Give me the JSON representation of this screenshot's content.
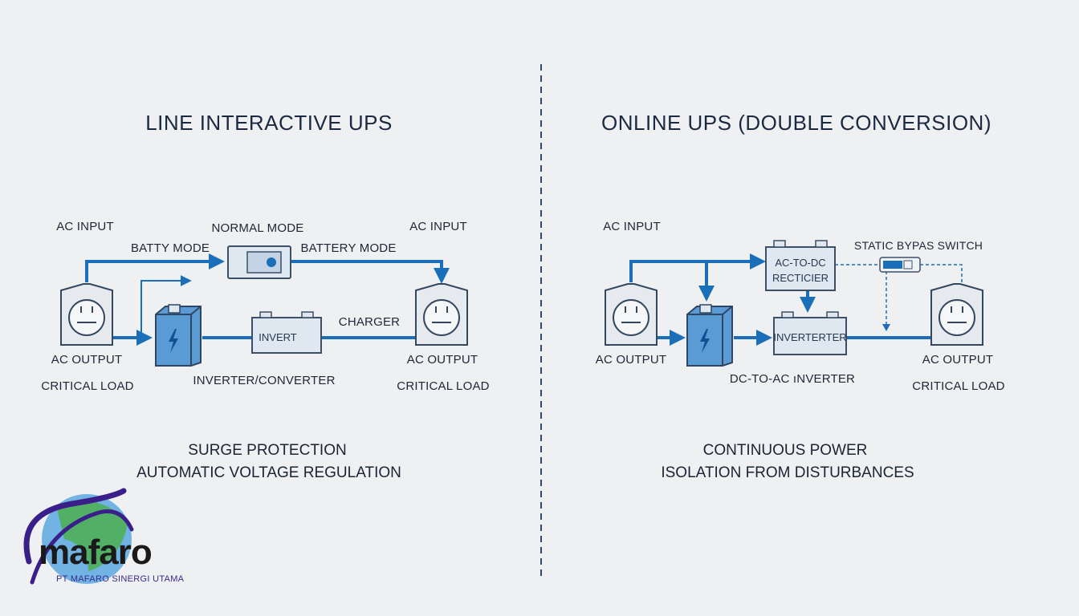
{
  "left_panel": {
    "title": "LINE INTERACTIVE UPS",
    "labels": {
      "ac_input_left": "AC INPUT",
      "batty_mode": "BATTY MODE",
      "normal_mode": "NORMAL MODE",
      "battery_mode": "BATTERY MODE",
      "ac_input_right": "AC INPUT",
      "charger": "CHARGER",
      "ac_output_left": "AC OUTPUT",
      "critical_load_left": "CRITICAL LOAD",
      "inverter_converter": "INVERTER/CONVERTER",
      "ac_output_right": "AC OUTPUT",
      "critical_load_right": "CRITICAL LOAD",
      "invert_box": "INVERT"
    },
    "features": [
      "SURGE PROTECTION",
      "AUTOMATIC VOLTAGE REGULATION"
    ]
  },
  "right_panel": {
    "title": "ONLINE UPS (DOUBLE CONVERSION)",
    "labels": {
      "ac_input": "AC INPUT",
      "static_bypass_switch": "STATIC BYPAS SWITCH",
      "rectifier_line1": "AC-TO-DC",
      "rectifier_line2": "RECTICIER",
      "inverter_box": "INVERTERTER",
      "ac_output_left": "AC OUTPUT",
      "dc_to_ac_inverter": "DC-TO-AC ıNVERTER",
      "ac_output_right": "AC OUTPUT",
      "critical_load": "CRITICAL LOAD"
    },
    "features": [
      "CONTINUOUS POWER",
      "ISOLATION FROM DISTURBANCES"
    ]
  },
  "logo": {
    "word": "mafaro",
    "company": "PT MAFARO SINERGI UTAMA"
  },
  "colors": {
    "line_blue": "#1a6fb8",
    "box_fill": "#dfe7f0",
    "box_stroke": "#3d4f66",
    "battery_fill": "#5b9bd5",
    "background": "#eef0f2",
    "divider": "#2f4a6e"
  }
}
